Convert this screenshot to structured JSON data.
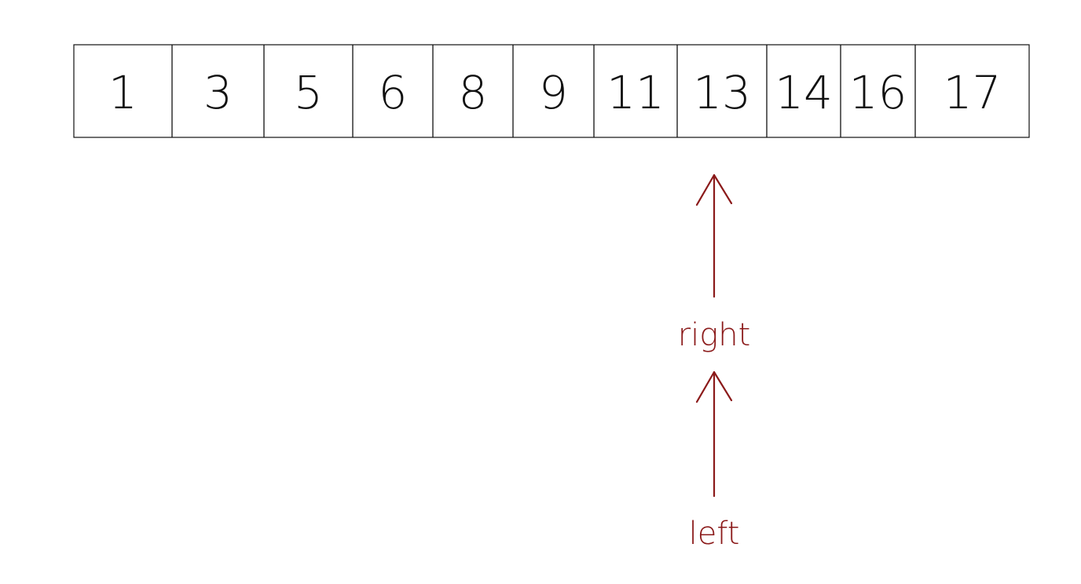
{
  "array": {
    "values": [
      "1",
      "3",
      "5",
      "6",
      "8",
      "9",
      "11",
      "13",
      "14",
      "16",
      "17"
    ]
  },
  "pointers": [
    {
      "label": "right",
      "index": 7
    },
    {
      "label": "left",
      "index": 7
    }
  ],
  "colors": {
    "pointer": "#8b1a1a",
    "ink": "#111111"
  }
}
